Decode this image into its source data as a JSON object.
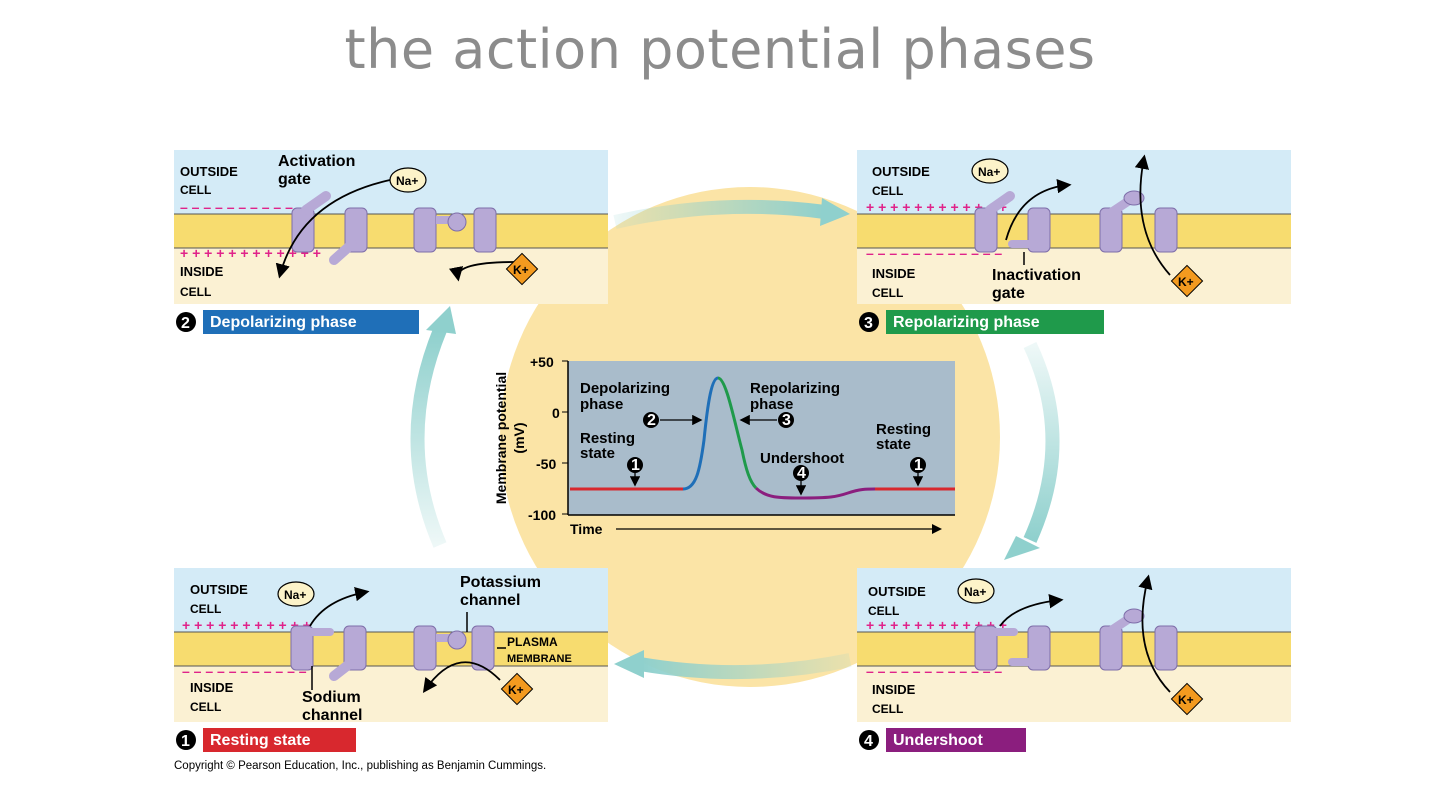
{
  "title": "the action  potential phases",
  "panels": {
    "depolarizing": {
      "number": "2",
      "phase": "Depolarizing phase",
      "outside": "Outside",
      "outside_cell": "cell",
      "inside": "Inside",
      "inside_cell": "cell",
      "activation_gate_1": "Activation",
      "activation_gate_2": "gate",
      "na": "Na+",
      "k": "K+"
    },
    "repolarizing": {
      "number": "3",
      "phase": "Repolarizing phase",
      "outside": "Outside",
      "outside_cell": "cell",
      "inside": "Inside",
      "inside_cell": "cell",
      "inactivation_gate_1": "Inactivation",
      "inactivation_gate_2": "gate",
      "na": "Na+",
      "k": "K+"
    },
    "resting": {
      "number": "1",
      "phase": "Resting state",
      "outside": "Outside",
      "outside_cell": "cell",
      "inside": "Inside",
      "inside_cell": "cell",
      "potassium_1": "Potassium",
      "potassium_2": "channel",
      "sodium_1": "Sodium",
      "sodium_2": "channel",
      "plasma_1": "Plasma",
      "plasma_2": "membrane",
      "na": "Na+",
      "k": "K+"
    },
    "undershoot": {
      "number": "4",
      "phase": "Undershoot",
      "outside": "Outside",
      "outside_cell": "cell",
      "inside": "Inside",
      "inside_cell": "cell",
      "na": "Na+",
      "k": "K+"
    }
  },
  "graph": {
    "ylabel_1": "Membrane potential",
    "ylabel_2": "(mV)",
    "xlabel": "Time",
    "ticks": [
      "+50",
      "0",
      "-50",
      "-100"
    ],
    "depolarizing_1": "Depolarizing",
    "depolarizing_2": "phase",
    "repolarizing_1": "Repolarizing",
    "repolarizing_2": "phase",
    "resting_left_1": "Resting",
    "resting_left_2": "state",
    "resting_right_1": "Resting",
    "resting_right_2": "state",
    "undershoot": "Undershoot",
    "n1": "1",
    "n2": "2",
    "n3": "3",
    "n4": "4",
    "n1b": "1"
  },
  "copyright": "Copyright © Pearson Education, Inc., publishing as Benjamin Cummings.",
  "colors": {
    "outside": "#d4ebf7",
    "inside": "#fbf1d3",
    "membrane": "#f7dc6f",
    "channel": "#b7a9d6",
    "resting": "#d8282e",
    "depolarizing": "#1f6fb8",
    "repolarizing": "#1f9a4b",
    "undershoot": "#8b1e7e",
    "graph_bg": "#a9bccb",
    "circle": "#fbe4a6",
    "cycle_arrow": "#8fd0cd",
    "k_ion": "#f39a1f"
  }
}
